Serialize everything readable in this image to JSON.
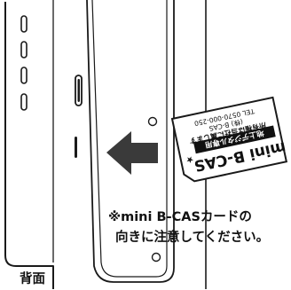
{
  "notice": {
    "line1": "※mini B-CASカードの",
    "line2": "向きに注意してください。"
  },
  "back_label": "背面",
  "card": {
    "brand_text": "mini B-CAS",
    "banner_text": "地上デジタル専用",
    "info_lines": [
      "所有権は当社に属します",
      "(株) B-CAS",
      "TEL 0570-000-250"
    ],
    "star_glyph": "★",
    "card_color": "#ffffff",
    "banner_color": "#111111",
    "text_color": "#111111"
  },
  "arrow": {
    "direction": "left",
    "color": "#3a3a3a",
    "icon": "arrow-left-icon"
  },
  "colors": {
    "outline": "#1a1a1a",
    "background": "#ffffff"
  }
}
